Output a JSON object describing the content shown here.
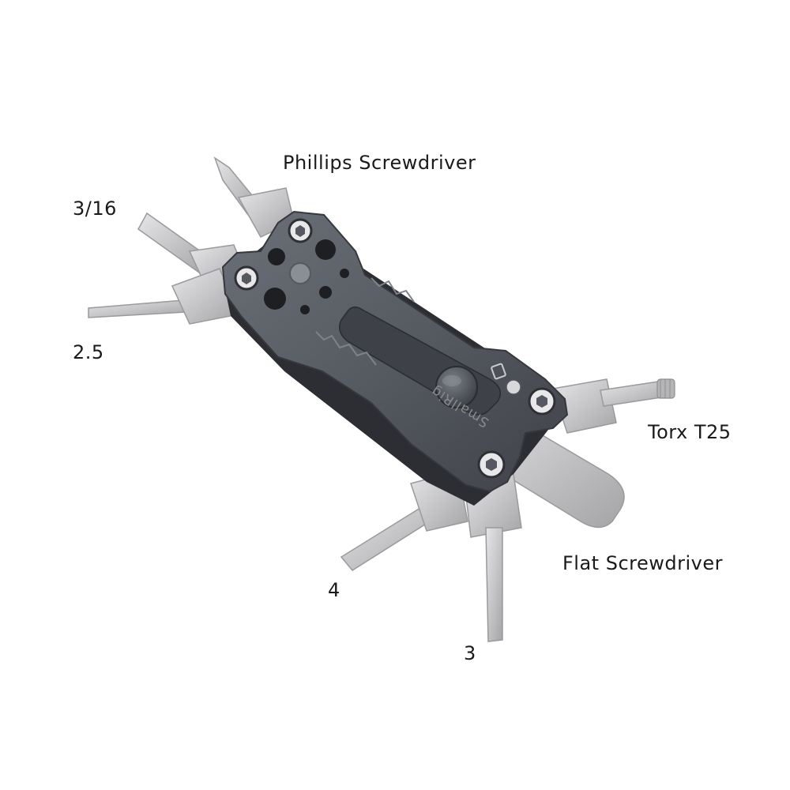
{
  "image": {
    "background": "#ffffff",
    "subject": "multi-tool-with-hex-keys",
    "brand_engraving": "SmallRig"
  },
  "callouts": {
    "phillips": "Phillips Screwdriver",
    "hex_3_16": "3/16",
    "hex_2_5": "2.5",
    "torx": "Torx T25",
    "flat": "Flat Screwdriver",
    "hex_4": "4",
    "hex_3": "3"
  },
  "colors": {
    "body_dark": "#4a4e55",
    "body_light": "#7d828a",
    "steel": "#c9c9cb",
    "steel_dark": "#9a9a9c",
    "text": "#1a1a1a"
  }
}
